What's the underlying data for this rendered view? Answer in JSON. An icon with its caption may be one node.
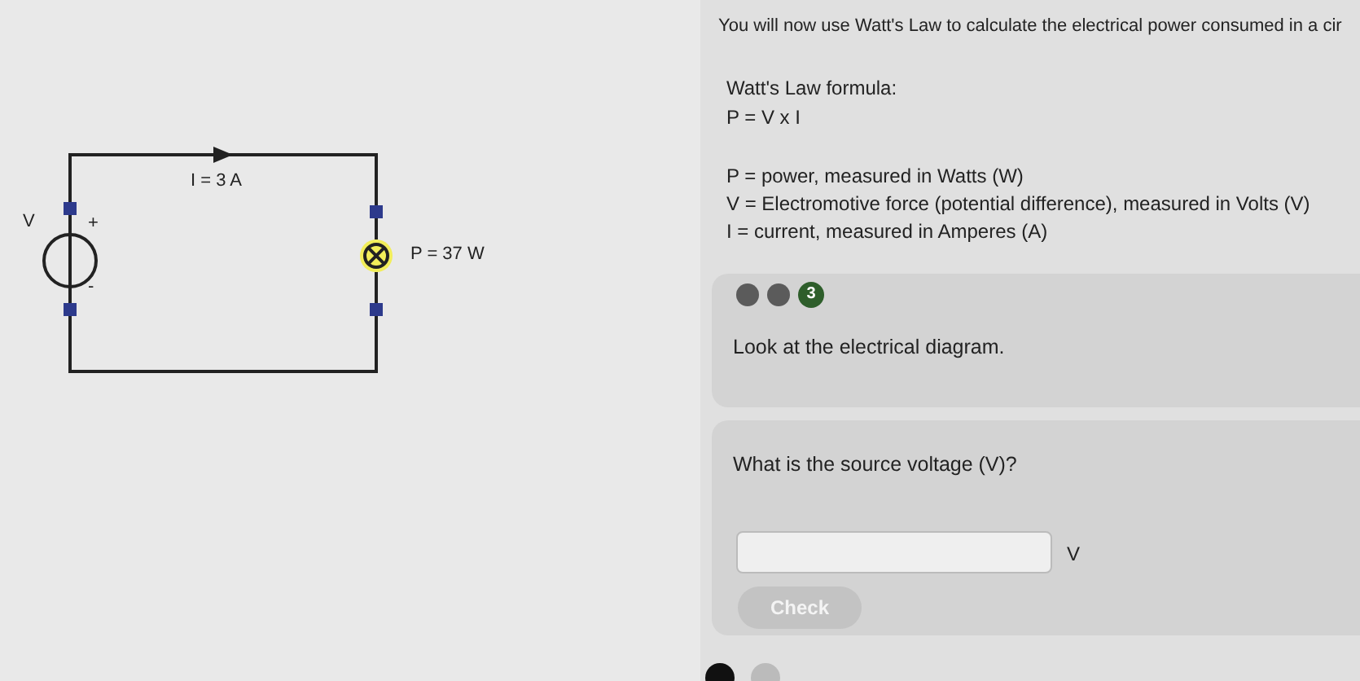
{
  "diagram": {
    "nodes": [
      {
        "text": [],
        "shape": "circle",
        "beside": [
          "V",
          "+",
          "-"
        ]
      },
      {
        "text": [],
        "shape": "circle",
        "beside": [
          "P = 37 W"
        ]
      },
      {
        "text": [
          "Look at the electrical diagram."
        ]
      },
      {
        "text": [
          "What is the source voltage (V)?"
        ]
      }
    ],
    "edges": [
      {
        "from": 0,
        "to": 1,
        "arrow": "to",
        "label": "I = 3 A"
      },
      {
        "from": 1,
        "to": 0,
        "arrow": "none"
      }
    ],
    "labels": [
      "You will now use Watt's Law to calculate the electrical power consumed in a cir",
      "Watt's Law formula:",
      "P = V x I",
      "P = power, measured in Watts (W)",
      "V = Electromotive force (potential difference), measured in Volts (V)",
      "I = current, measured in Amperes (A)",
      "3",
      "V",
      "Check"
    ]
  }
}
